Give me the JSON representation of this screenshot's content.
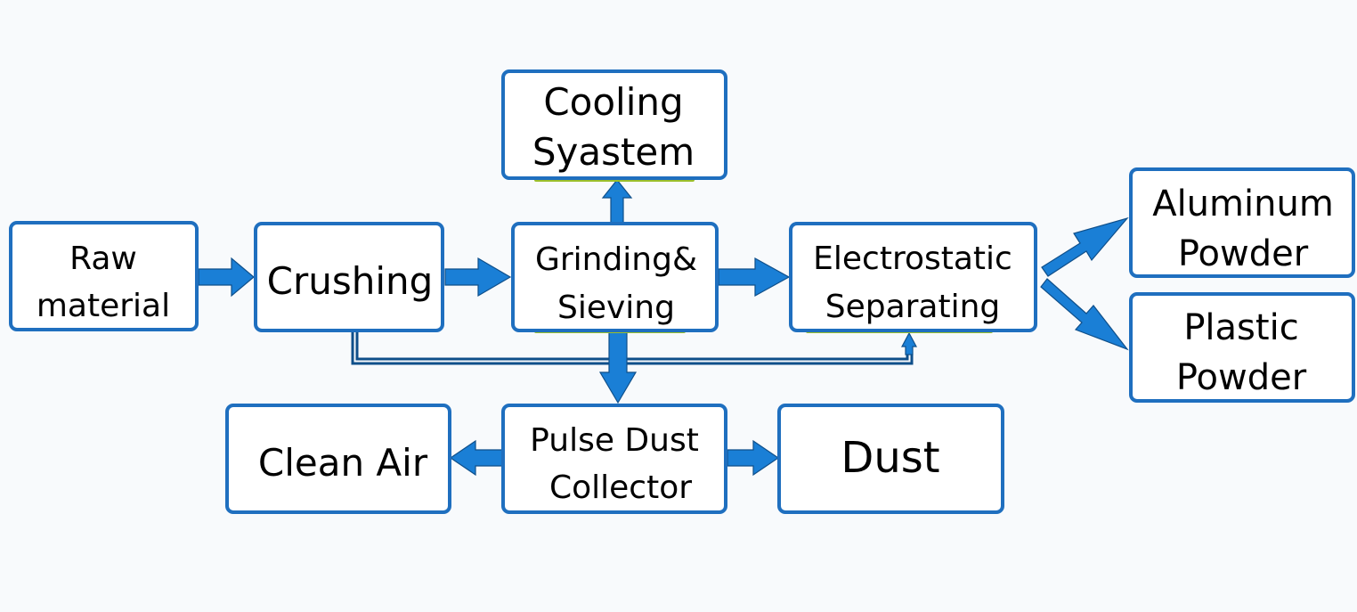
{
  "diagram": {
    "nodes": {
      "raw_material": {
        "line1": "Raw",
        "line2": "material"
      },
      "crushing": {
        "line1": "Crushing"
      },
      "grinding": {
        "line1": "Grinding&",
        "line2": "Sieving"
      },
      "electrostatic": {
        "line1": "Electrostatic",
        "line2": "Separating"
      },
      "cooling": {
        "line1": "Cooling",
        "line2": "Syastem"
      },
      "aluminum": {
        "line1": "Aluminum",
        "line2": "Powder"
      },
      "plastic": {
        "line1": "Plastic",
        "line2": "Powder"
      },
      "pulse": {
        "line1": "Pulse Dust",
        "line2": "Collector"
      },
      "clean_air": {
        "line1": "Clean Air"
      },
      "dust": {
        "line1": "Dust"
      }
    },
    "edges": [
      {
        "from": "raw_material",
        "to": "crushing"
      },
      {
        "from": "crushing",
        "to": "grinding"
      },
      {
        "from": "grinding",
        "to": "electrostatic"
      },
      {
        "from": "grinding",
        "to": "cooling"
      },
      {
        "from": "electrostatic",
        "to": "aluminum"
      },
      {
        "from": "electrostatic",
        "to": "plastic"
      },
      {
        "from": "grinding",
        "to": "pulse"
      },
      {
        "from": "crushing",
        "to": "electrostatic"
      },
      {
        "from": "pulse",
        "to": "clean_air"
      },
      {
        "from": "pulse",
        "to": "dust"
      }
    ],
    "colors": {
      "box_border": "#1f6fbf",
      "arrow_fill": "#1a7fd6",
      "box_shadow": "#9bbf2a",
      "background": "#f8fafc"
    }
  }
}
